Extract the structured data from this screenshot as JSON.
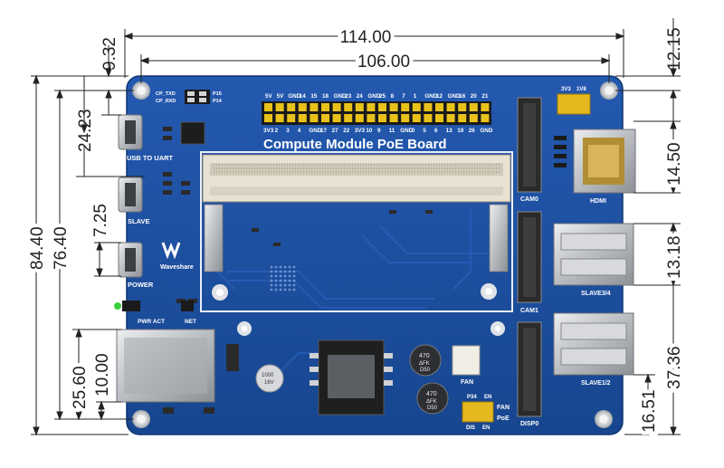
{
  "board": {
    "title": "Compute Module PoE Board",
    "brand": "Waveshare",
    "pin_header_top": [
      "5V",
      "5V",
      "GND",
      "14",
      "15",
      "18",
      "GND",
      "23",
      "24",
      "GND",
      "25",
      "8",
      "7",
      "1",
      "GND",
      "12",
      "GND",
      "16",
      "20",
      "21"
    ],
    "pin_header_bottom": [
      "3V3",
      "2",
      "3",
      "4",
      "GND",
      "17",
      "27",
      "22",
      "3V3",
      "10",
      "9",
      "11",
      "GND",
      "0",
      "5",
      "6",
      "13",
      "19",
      "26",
      "GND"
    ],
    "labels": {
      "usb_uart": "USB TO UART",
      "slave": "SLAVE",
      "power": "POWER",
      "pwr_act": "PWR ACT",
      "net": "NET",
      "hdmi": "HDMI",
      "cam0": "CAM0",
      "cam1": "CAM1",
      "dsi": "DISP0",
      "slave34": "SLAVE3/4",
      "slave12": "SLAVE1/2",
      "fan": "FAN",
      "fan2": "FAN",
      "poe": "PoE",
      "cp_txd": "CP_TXD",
      "cp_rxd": "CP_RXD",
      "p15": "P15",
      "p14": "P14",
      "v33": "3V3",
      "v18": "1V8",
      "p34": "P34",
      "en": "EN",
      "dis": "DIS",
      "en2": "EN",
      "cap1": "470",
      "cap1b": "ΔFK",
      "cap1c": "D50",
      "cap2": "470",
      "cap2b": "ΔFK",
      "cap2c": "D50",
      "cap3": "1000",
      "cap3b": "16V"
    }
  },
  "dimensions": {
    "top_outer": "114.00",
    "top_inner": "106.00",
    "left_small": "9.32",
    "left_uart": "24.23",
    "left_usb_gap": "7.25",
    "left_height_outer": "84.40",
    "left_height_inner": "76.40",
    "left_eth": "25.60",
    "left_eth_b": "10.00",
    "right_top": "12.15",
    "right_hdmi": "14.50",
    "right_usb": "13.18",
    "right_usb_b": "37.36",
    "right_bottom": "16.51"
  },
  "colors": {
    "pcb": "#1c4fa3",
    "pcb_dark": "#163f87",
    "header": "#e8c21a",
    "silver": "#c7c9cc",
    "black": "#1e1e1e",
    "ivory": "#efeadc",
    "white": "#ffffff"
  }
}
